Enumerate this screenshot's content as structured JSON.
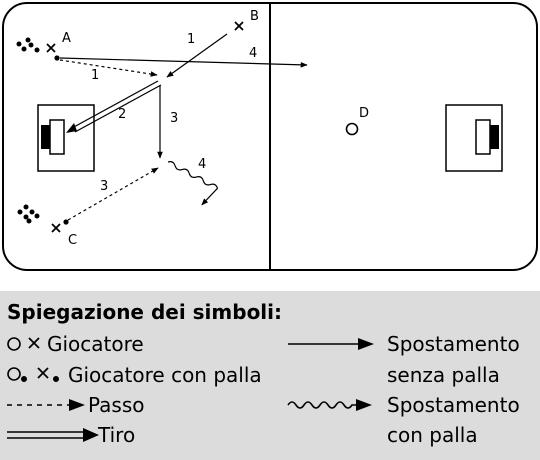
{
  "field": {
    "players": {
      "a": "A",
      "b": "B",
      "c": "C",
      "d": "D"
    },
    "path_numbers": {
      "a_pass": "1",
      "b_run": "1",
      "shot": "2",
      "run_down": "3",
      "c_pass": "3",
      "dribble": "4",
      "a_long_run": "4"
    }
  },
  "legend": {
    "title": "Spiegazione dei simboli:",
    "player": "Giocatore",
    "player_with_ball": "Giocatore con palla",
    "pass": "Passo",
    "shot": "Tiro",
    "move_without_ball": [
      "Spostamento",
      "senza palla"
    ],
    "move_with_ball": [
      "Spostamento",
      "con palla"
    ]
  }
}
